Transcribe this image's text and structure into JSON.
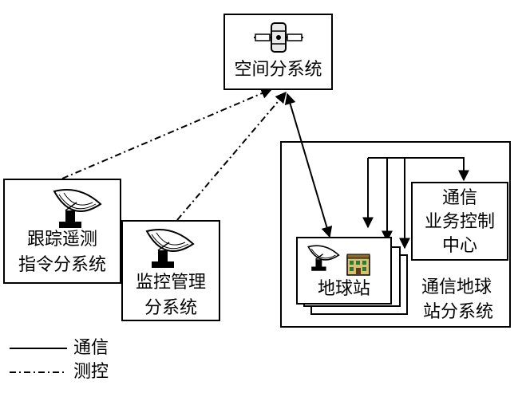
{
  "nodes": {
    "space": {
      "label": "空间分系统",
      "icon": "satellite-icon"
    },
    "ttc": {
      "label_line1": "跟踪遥测",
      "label_line2": "指令分系统",
      "icon": "dish-antenna-icon"
    },
    "monitor": {
      "label_line1": "监控管理",
      "label_line2": "分系统",
      "icon": "dish-antenna-icon"
    },
    "ground_station": {
      "label": "地球站",
      "icons": [
        "dish-antenna-icon",
        "building-icon"
      ]
    },
    "control_center": {
      "label_line1": "通信",
      "label_line2": "业务控制",
      "label_line3": "中心"
    },
    "comm_subsystem": {
      "label_line1": "通信地球",
      "label_line2": "站分系统"
    }
  },
  "legend": {
    "communication": "通信",
    "telemetry": "测控"
  }
}
